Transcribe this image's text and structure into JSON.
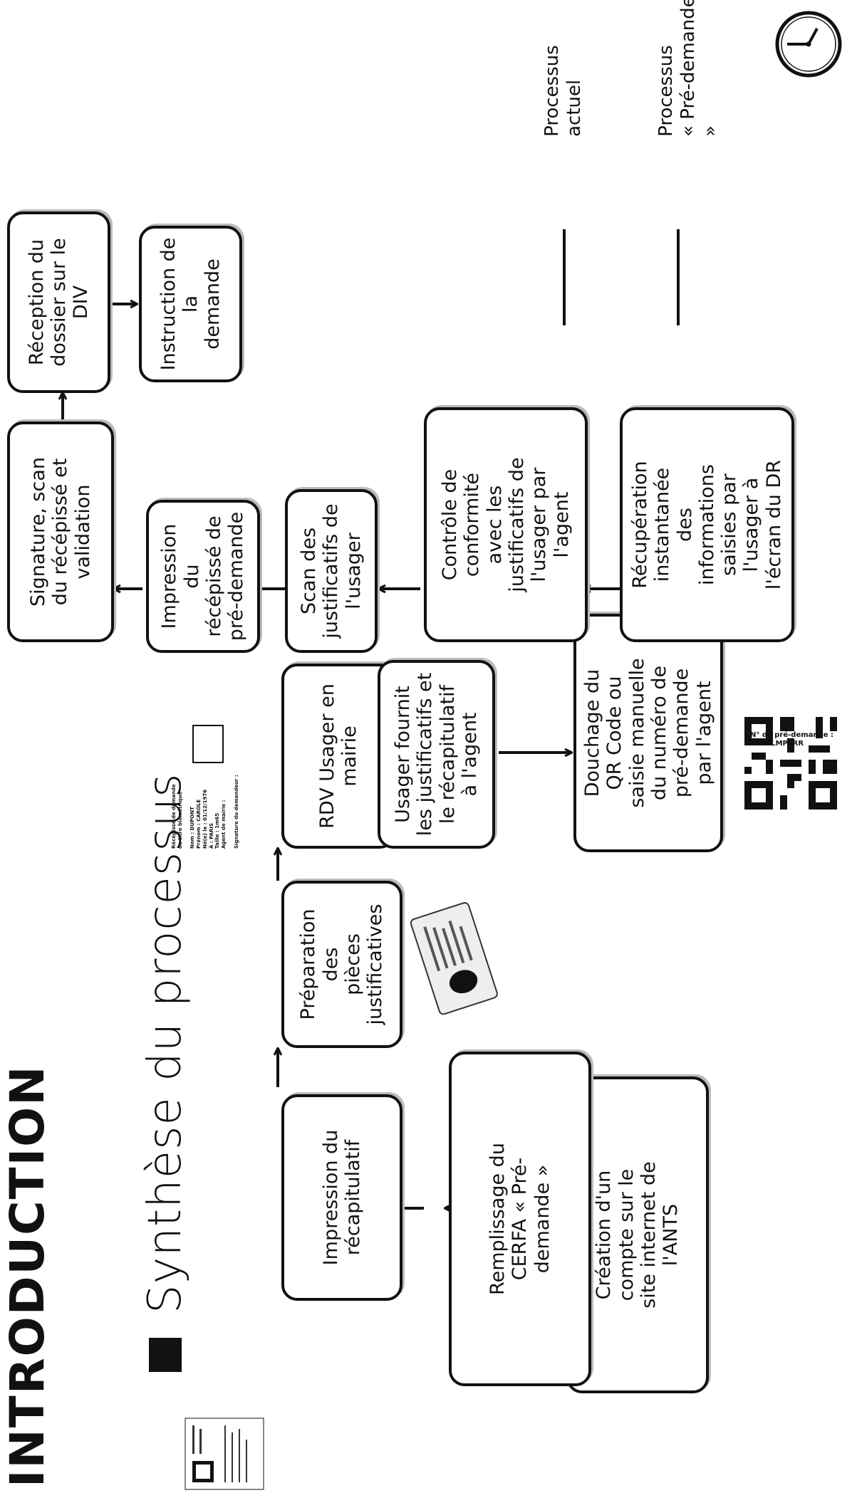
{
  "title": "INTRODUCTION",
  "subtitle": "Synthèse du processus",
  "boxes": {
    "creation_compte": "Création d'un\ncompte sur le\nsite internet de\nl'ANTS",
    "remplissage_cerfa": "Remplissage du\nCERFA « Pré-\ndemande »",
    "impression_recap": "Impression du\nrécapitulatif",
    "preparation_pieces": "Préparation des\npièces\njustificatives",
    "rdv_mairie": "RDV Usager en\nmairie",
    "usager_fournit": "Usager fournit\nles justificatifs et\nle récapitulatif\nà l'agent",
    "douchage": "Douchage du\nQR Code ou\nsaisie manuelle\ndu numéro de\npré-demande\npar l'agent",
    "recuperation": "Récupération\ninstantanée\ndes\ninformations\nsaisies par\nl'usager à\nl'écran du DR",
    "controle": "Contrôle de\nconformité\navec les\njustificatifs de\nl'usager par\nl'agent",
    "scan_justificatifs": "Scan des\njustificatifs de\nl'usager",
    "impression_recepisse": "Impression du\nrécépissé de\npré-demande",
    "signature_scan": "Signature, scan\ndu récépissé et\nvalidation",
    "reception_dossier": "Réception du\ndossier sur le\nDIV",
    "instruction": "Instruction de la\ndemande"
  },
  "legend": {
    "actuel": "Processus\nactuel",
    "pre_demande": "Processus\n« Pré-demande »"
  },
  "qr_label": "N° de pré-demande :\nPXS6LMPERR",
  "receipt_text": "Récépissé de demande\nde titre biométrique\n\nNom : DUPONT\nPrénom : CAROLE\nNé(e) le : 01/12/1976\nÀ : PARIS\nTaille : 1m65\nAgent de mairie :\n\nSignature du demandeur :",
  "colors": {
    "ink": "#111111",
    "background": "#ffffff",
    "shadow": "#bbbbbb"
  },
  "icons": [
    "clock-icon",
    "qr-code-icon",
    "id-card-image",
    "receipt-thumbnail",
    "document-thumbnail"
  ]
}
